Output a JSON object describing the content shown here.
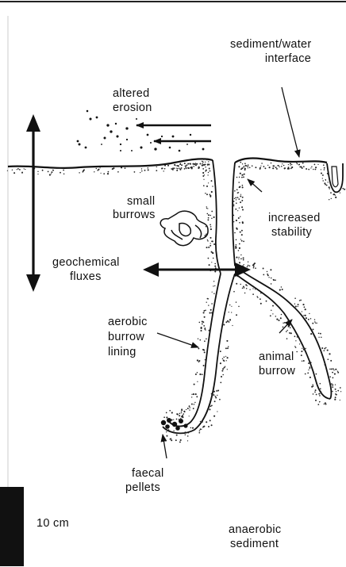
{
  "labels": {
    "sediment_water_1": "sediment/water",
    "sediment_water_2": "interface",
    "altered_1": "altered",
    "altered_2": "erosion",
    "small_burrows_1": "small",
    "small_burrows_2": "burrows",
    "increased_1": "increased",
    "increased_2": "stability",
    "geochem_1": "geochemical",
    "geochem_2": "fluxes",
    "aerobic_1": "aerobic",
    "aerobic_2": "burrow",
    "aerobic_3": "lining",
    "animal_1": "animal",
    "animal_2": "burrow",
    "faecal_1": "faecal",
    "faecal_2": "pellets",
    "scale": "10 cm",
    "anaerobic_1": "anaerobic",
    "anaerobic_2": "sediment"
  },
  "colors": {
    "ink": "#111111",
    "background": "#ffffff"
  }
}
